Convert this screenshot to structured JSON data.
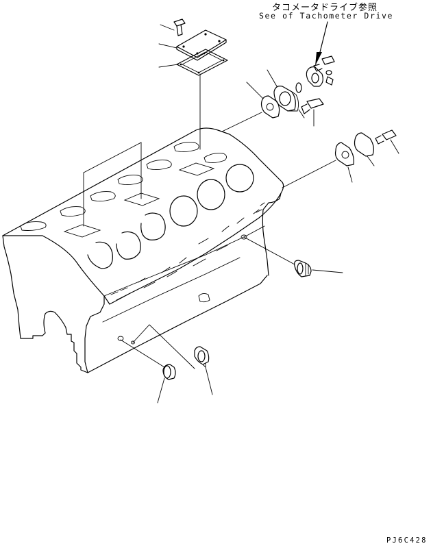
{
  "reference_note": {
    "japanese": "タコメータドライブ参照",
    "english": "See of Tachometer Drive"
  },
  "drawing_number": "PJ6C428",
  "parts": [
    {
      "id": "top-cover-bolt"
    },
    {
      "id": "top-cover"
    },
    {
      "id": "top-cover-gasket"
    },
    {
      "id": "drive-housing-gasket"
    },
    {
      "id": "drive-housing"
    },
    {
      "id": "drive-housing-bolt"
    },
    {
      "id": "tachometer-drive"
    },
    {
      "id": "side-cover-gasket"
    },
    {
      "id": "side-cover"
    },
    {
      "id": "side-cover-bolt"
    },
    {
      "id": "sensor-plug"
    },
    {
      "id": "blanking-plug"
    },
    {
      "id": "threaded-plug"
    }
  ]
}
